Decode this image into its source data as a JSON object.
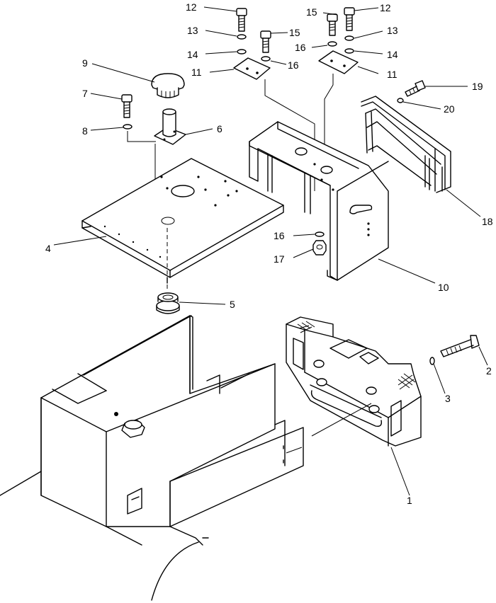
{
  "diagram": {
    "callouts": [
      {
        "id": "12a",
        "text": "12"
      },
      {
        "id": "13a",
        "text": "13"
      },
      {
        "id": "14a",
        "text": "14"
      },
      {
        "id": "11a",
        "text": "11"
      },
      {
        "id": "15a",
        "text": "15"
      },
      {
        "id": "16a",
        "text": "16"
      },
      {
        "id": "15b",
        "text": "15"
      },
      {
        "id": "12b",
        "text": "12"
      },
      {
        "id": "16b",
        "text": "16"
      },
      {
        "id": "13b",
        "text": "13"
      },
      {
        "id": "14b",
        "text": "14"
      },
      {
        "id": "11b",
        "text": "11"
      },
      {
        "id": "9",
        "text": "9"
      },
      {
        "id": "7",
        "text": "7"
      },
      {
        "id": "8",
        "text": "8"
      },
      {
        "id": "6",
        "text": "6"
      },
      {
        "id": "19",
        "text": "19"
      },
      {
        "id": "20",
        "text": "20"
      },
      {
        "id": "18",
        "text": "18"
      },
      {
        "id": "4",
        "text": "4"
      },
      {
        "id": "16c",
        "text": "16"
      },
      {
        "id": "17",
        "text": "17"
      },
      {
        "id": "10",
        "text": "10"
      },
      {
        "id": "5",
        "text": "5"
      },
      {
        "id": "2",
        "text": "2"
      },
      {
        "id": "3",
        "text": "3"
      },
      {
        "id": "1",
        "text": "1"
      }
    ]
  }
}
